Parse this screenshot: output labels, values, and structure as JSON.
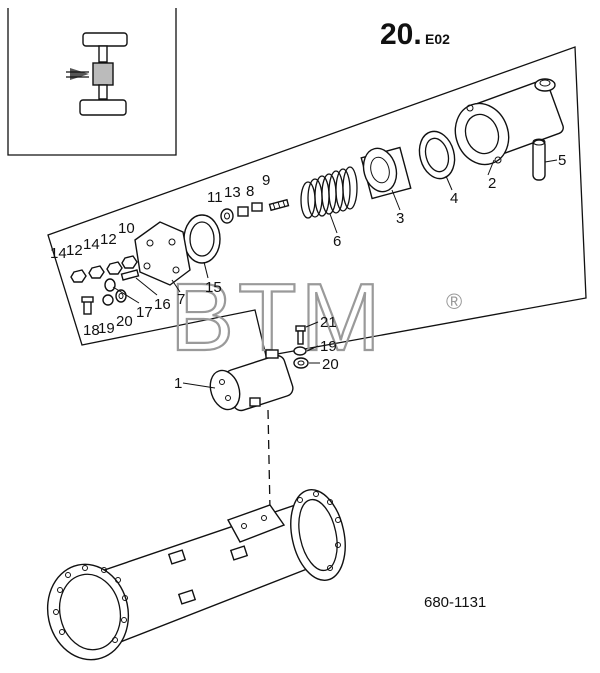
{
  "header": {
    "section_number": "20.",
    "section_code": "E02"
  },
  "document_number": "680-1131",
  "watermark": {
    "text": "BTM",
    "registered_mark": "®"
  },
  "callouts": {
    "c1": "1",
    "c2": "2",
    "c3": "3",
    "c4": "4",
    "c5": "5",
    "c6": "6",
    "c7": "7",
    "c8": "8",
    "c9": "9",
    "c10": "10",
    "c11": "11",
    "c12a": "12",
    "c12b": "12",
    "c13": "13",
    "c14a": "14",
    "c14b": "14",
    "c15": "15",
    "c16": "16",
    "c17": "17",
    "c18": "18",
    "c19a": "19",
    "c19b": "19",
    "c20a": "20",
    "c20b": "20",
    "c21": "21"
  }
}
